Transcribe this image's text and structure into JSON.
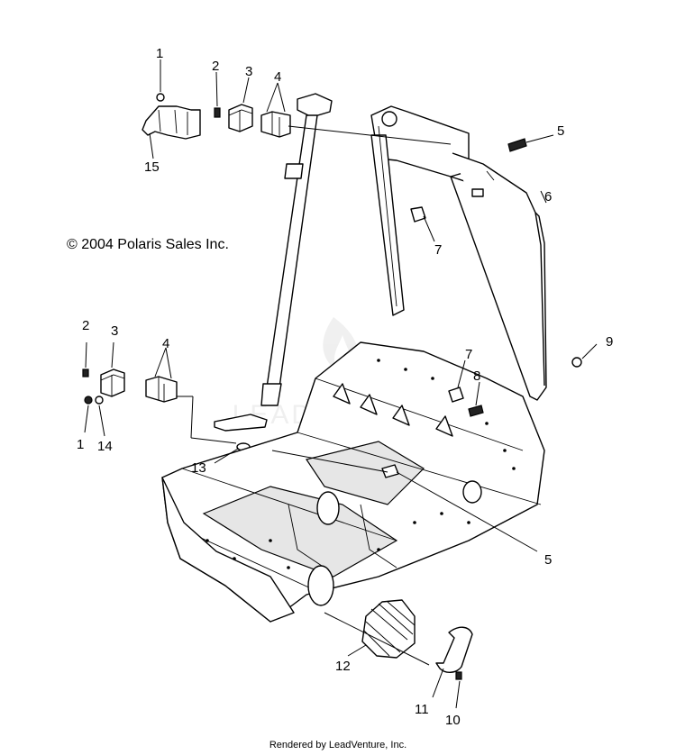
{
  "copyright": "© 2004 Polaris Sales Inc.",
  "footer": "Rendered by LeadVenture, Inc.",
  "watermark": "LEADVENTURE",
  "callouts": {
    "c1_top": "1",
    "c2_top": "2",
    "c3_top": "3",
    "c4_top": "4",
    "c5_top": "5",
    "c6": "6",
    "c7_top": "7",
    "c15": "15",
    "c2_mid": "2",
    "c3_mid": "3",
    "c4_mid": "4",
    "c1_mid": "1",
    "c14": "14",
    "c7_mid": "7",
    "c8": "8",
    "c9": "9",
    "c13": "13",
    "c5_mid": "5",
    "c12": "12",
    "c11": "11",
    "c10": "10"
  }
}
